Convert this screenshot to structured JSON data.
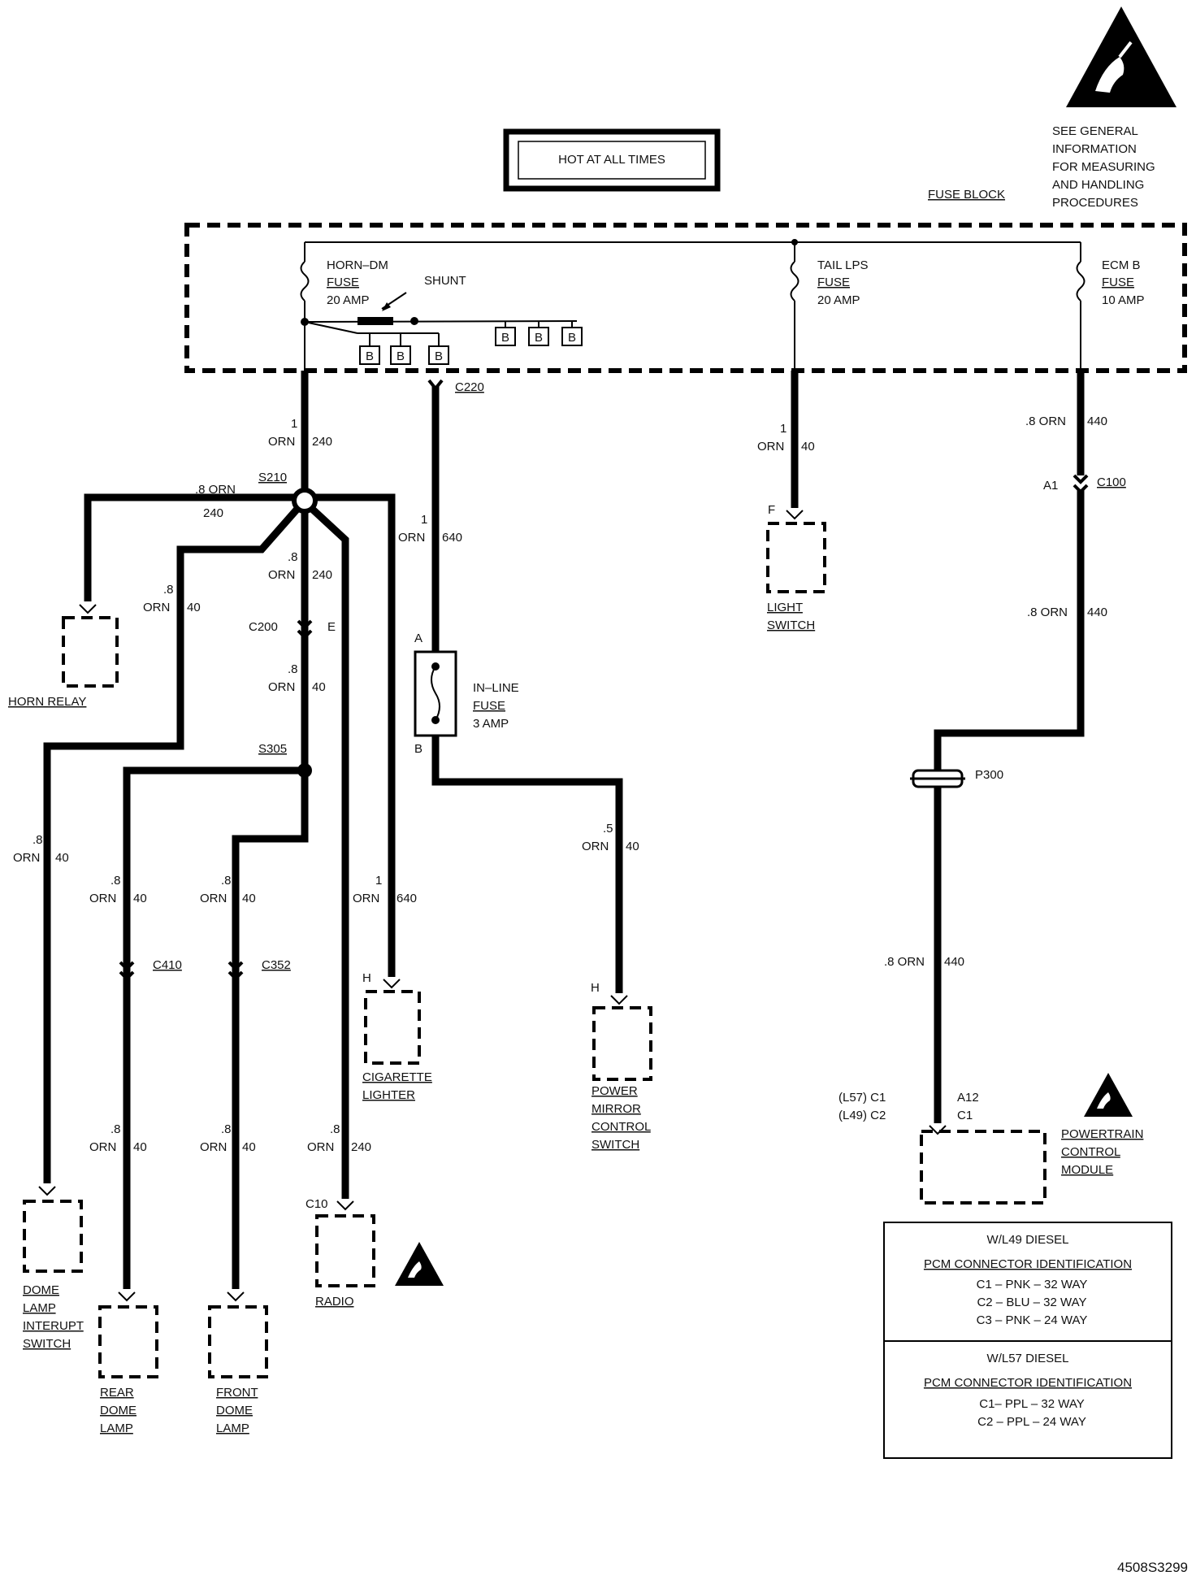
{
  "hot_label": "HOT AT ALL TIMES",
  "esd_note": [
    "SEE GENERAL",
    "INFORMATION",
    "FOR MEASURING",
    "AND HANDLING",
    "PROCEDURES"
  ],
  "fuse_block": "FUSE BLOCK",
  "fuses": {
    "horn": [
      "HORN–DM",
      "FUSE",
      "20 AMP"
    ],
    "tail": [
      "TAIL LPS",
      "FUSE",
      "20 AMP"
    ],
    "ecm": [
      "ECM B",
      "FUSE",
      "10 AMP"
    ]
  },
  "shunt": "SHUNT",
  "b": "B",
  "connectors": {
    "c220": "C220",
    "s210": "S210",
    "c200": "C200",
    "e": "E",
    "s305": "S305",
    "c410": "C410",
    "c352": "C352",
    "c10": "C10",
    "h": "H",
    "f": "F",
    "a": "A",
    "b_pin": "B",
    "a1": "A1",
    "c100": "C100",
    "p300": "P300",
    "l57": "(L57) C1",
    "l49": "(L49) C2",
    "a12": "A12",
    "c1": "C1"
  },
  "wires": {
    "w1": "1",
    "orn": "ORN",
    "n240": "240",
    "n640": "640",
    "n40": "40",
    "n440": "440",
    "d8": ".8",
    "d5": ".5",
    "orn8": ".8 ORN"
  },
  "inline_fuse": [
    "IN–LINE",
    "FUSE",
    "3 AMP"
  ],
  "components": {
    "horn_relay": [
      "HORN RELAY"
    ],
    "light_switch": [
      "LIGHT",
      "SWITCH"
    ],
    "cig": [
      "CIGARETTE",
      "LIGHTER"
    ],
    "mirror": [
      "POWER",
      "MIRROR",
      "CONTROL",
      "SWITCH"
    ],
    "pcm": [
      "POWERTRAIN",
      "CONTROL",
      "MODULE"
    ],
    "dome_int": [
      "DOME",
      "LAMP",
      "INTERUPT",
      "SWITCH"
    ],
    "rear_dome": [
      "REAR",
      "DOME",
      "LAMP"
    ],
    "front_dome": [
      "FRONT",
      "DOME",
      "LAMP"
    ],
    "radio": [
      "RADIO"
    ]
  },
  "pcm_table": {
    "l49_title": "W/L49 DIESEL",
    "l49_sub": "PCM CONNECTOR IDENTIFICATION",
    "l49_rows": [
      "C1 – PNK  – 32 WAY",
      "C2 – BLU  – 32 WAY",
      "C3 – PNK  – 24  WAY"
    ],
    "l57_title": "W/L57 DIESEL",
    "l57_sub": "PCM CONNECTOR IDENTIFICATION",
    "l57_rows": [
      "C1– PPL   – 32  WAY",
      "C2 – PPL  – 24  WAY"
    ]
  },
  "code": "4508S3299"
}
